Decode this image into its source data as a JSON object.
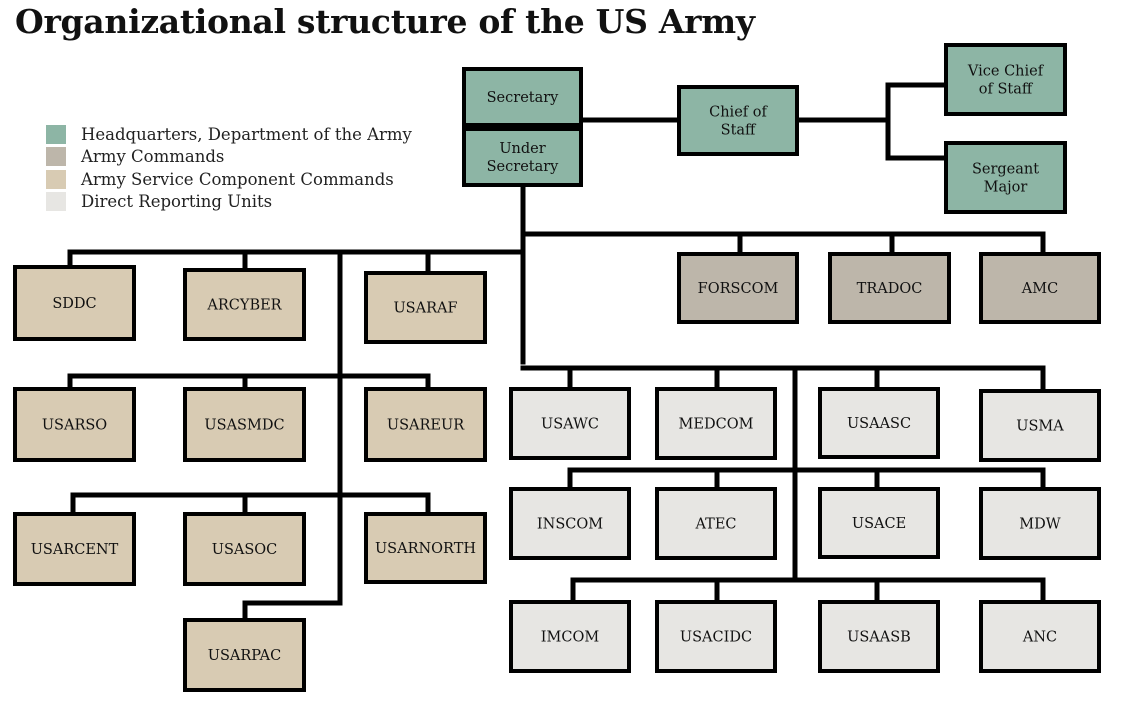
{
  "title": "Organizational structure of the US Army",
  "colors": {
    "hq": "#8db5a5",
    "army_commands": "#bdb6aa",
    "service_component": "#d8cbb3",
    "direct_reporting": "#e7e6e3",
    "line": "#000000"
  },
  "legend": [
    {
      "label": "Headquarters, Department of the Army",
      "category": "hq"
    },
    {
      "label": "Army Commands",
      "category": "army_commands"
    },
    {
      "label": "Army Service Component Commands",
      "category": "service_component"
    },
    {
      "label": "Direct Reporting Units",
      "category": "direct_reporting"
    }
  ],
  "nodes": [
    {
      "id": "secretary",
      "label": "Secretary",
      "category": "hq"
    },
    {
      "id": "under-secretary",
      "label": "Under Secretary",
      "category": "hq"
    },
    {
      "id": "chief-of-staff",
      "label": "Chief of Staff",
      "category": "hq"
    },
    {
      "id": "vice-chief-of-staff",
      "label": "Vice Chief of Staff",
      "category": "hq"
    },
    {
      "id": "sergeant-major",
      "label": "Sergeant Major",
      "category": "hq"
    },
    {
      "id": "forscom",
      "label": "FORSCOM",
      "category": "army_commands"
    },
    {
      "id": "tradoc",
      "label": "TRADOC",
      "category": "army_commands"
    },
    {
      "id": "amc",
      "label": "AMC",
      "category": "army_commands"
    },
    {
      "id": "sddc",
      "label": "SDDC",
      "category": "service_component"
    },
    {
      "id": "arcyber",
      "label": "ARCYBER",
      "category": "service_component"
    },
    {
      "id": "usaraf",
      "label": "USARAF",
      "category": "service_component"
    },
    {
      "id": "usarso",
      "label": "USARSO",
      "category": "service_component"
    },
    {
      "id": "usasmdc",
      "label": "USASMDC",
      "category": "service_component"
    },
    {
      "id": "usareur",
      "label": "USAREUR",
      "category": "service_component"
    },
    {
      "id": "usarcent",
      "label": "USARCENT",
      "category": "service_component"
    },
    {
      "id": "usasoc",
      "label": "USASOC",
      "category": "service_component"
    },
    {
      "id": "usarnorth",
      "label": "USARNORTH",
      "category": "service_component"
    },
    {
      "id": "usarpac",
      "label": "USARPAC",
      "category": "service_component"
    },
    {
      "id": "usawc",
      "label": "USAWC",
      "category": "direct_reporting"
    },
    {
      "id": "medcom",
      "label": "MEDCOM",
      "category": "direct_reporting"
    },
    {
      "id": "usaasc",
      "label": "USAASC",
      "category": "direct_reporting"
    },
    {
      "id": "usma",
      "label": "USMA",
      "category": "direct_reporting"
    },
    {
      "id": "inscom",
      "label": "INSCOM",
      "category": "direct_reporting"
    },
    {
      "id": "atec",
      "label": "ATEC",
      "category": "direct_reporting"
    },
    {
      "id": "usace",
      "label": "USACE",
      "category": "direct_reporting"
    },
    {
      "id": "mdw",
      "label": "MDW",
      "category": "direct_reporting"
    },
    {
      "id": "imcom",
      "label": "IMCOM",
      "category": "direct_reporting"
    },
    {
      "id": "usacidc",
      "label": "USACIDC",
      "category": "direct_reporting"
    },
    {
      "id": "usaasb",
      "label": "USAASB",
      "category": "direct_reporting"
    },
    {
      "id": "anc",
      "label": "ANC",
      "category": "direct_reporting"
    }
  ]
}
